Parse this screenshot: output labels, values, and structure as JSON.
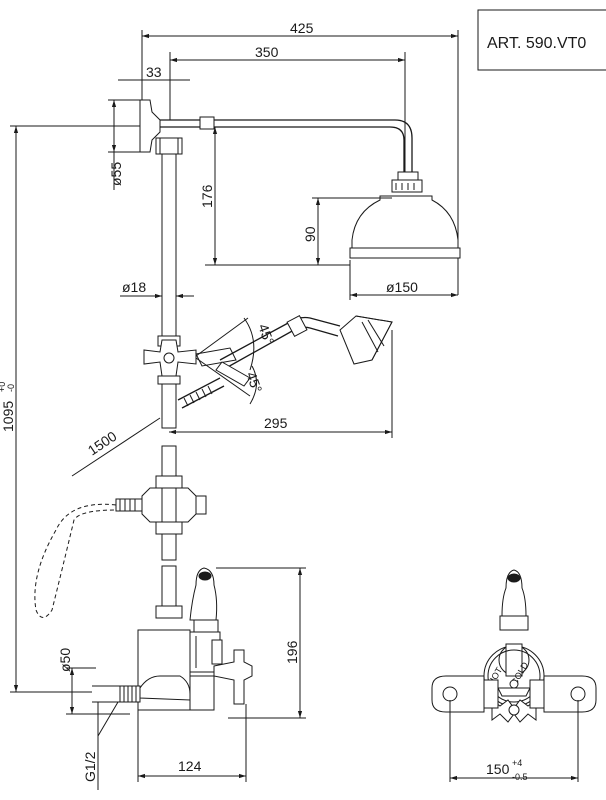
{
  "article": {
    "code": "ART.  590.VT0"
  },
  "dimensions": {
    "d425": "425",
    "d350": "350",
    "d33": "33",
    "d55": "ø55",
    "d176": "176",
    "d90": "90",
    "d150dia": "ø150",
    "d18": "ø18",
    "d45a": "45°",
    "d45b": "45°",
    "d1095": "1095",
    "d1095_tol_up": "+0",
    "d1095_tol_dn": "-0",
    "d295": "295",
    "d1500": "1500",
    "d50": "ø50",
    "d196": "196",
    "d124": "124",
    "thread": "G1/2",
    "d150": "150",
    "d150_tol_up": "+4",
    "d150_tol_dn": "-0.5"
  },
  "valve_labels": {
    "hot": "HOT",
    "cold": "COLD"
  }
}
